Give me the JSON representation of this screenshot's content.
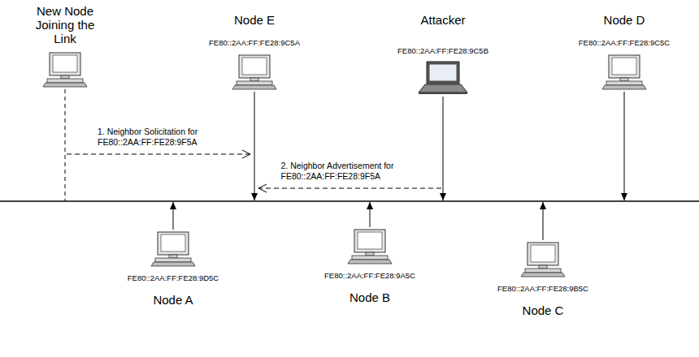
{
  "diagram": {
    "nodes": [
      {
        "text": [
          "New Node Joining the Link"
        ]
      },
      {
        "text": [
          "Node E",
          "FE80::2AA:FF:FE28:9C5A"
        ]
      },
      {
        "text": [
          "Attacker",
          "FE80::2AA:FF:FE28:9C5B"
        ]
      },
      {
        "text": [
          "Node D",
          "FE80::2AA:FF:FE28:9C5C"
        ]
      },
      {
        "text": [
          "FE80::2AA:FF:FE28:9D5C",
          "Node A"
        ]
      },
      {
        "text": [
          "FE80::2AA:FF:FE28:9A5C",
          "Node B"
        ]
      },
      {
        "text": [
          "FE80::2AA:FF:FE28:9B5C",
          "Node C"
        ]
      }
    ],
    "edges": [
      {
        "from": 0,
        "to": 1,
        "label": "1. Neighbor Solicitation for FE80::2AA:FF:FE28:9F5A",
        "arrow": "to"
      },
      {
        "from": 2,
        "to": 1,
        "label": "2. Neighbor Advertisement for FE80::2AA:FF:FE28:9F5A",
        "arrow": "to"
      }
    ]
  }
}
